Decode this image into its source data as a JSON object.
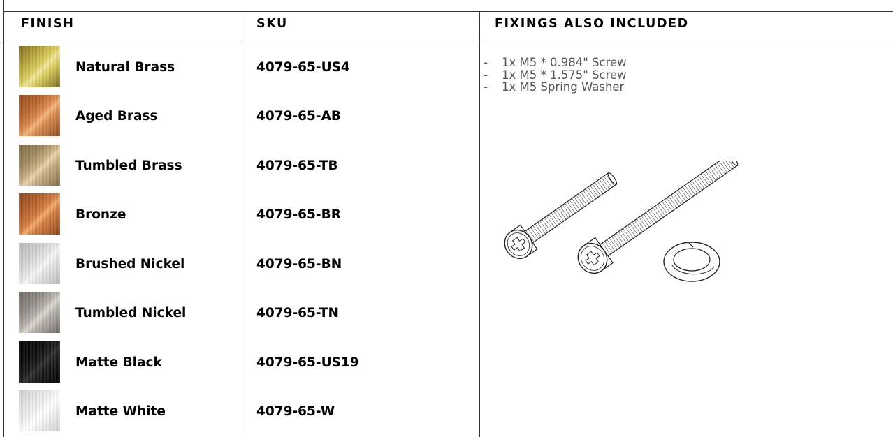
{
  "headers": {
    "finish": "FINISH",
    "sku": "SKU",
    "fixings": "FIXINGS ALSO INCLUDED"
  },
  "finishes": [
    {
      "name": "Natural Brass",
      "sku": "4079-65-US4",
      "swatch": [
        "#7a6a1c",
        "#d9cd5e",
        "#efe49a",
        "#b9a83c"
      ]
    },
    {
      "name": "Aged Brass",
      "sku": "4079-65-AB",
      "swatch": [
        "#8c4a1f",
        "#d98a4e",
        "#f2b47a",
        "#b8652c"
      ]
    },
    {
      "name": "Tumbled Brass",
      "sku": "4079-65-TB",
      "swatch": [
        "#7c6a47",
        "#c9ae82",
        "#e6d3ad",
        "#9c865d"
      ]
    },
    {
      "name": "Bronze",
      "sku": "4079-65-BR",
      "swatch": [
        "#8a461c",
        "#d27c3f",
        "#f0a86a",
        "#b2602a"
      ]
    },
    {
      "name": "Brushed Nickel",
      "sku": "4079-65-BN",
      "swatch": [
        "#b9b9b9",
        "#e6e6e6",
        "#f6f6f6",
        "#cfcfcf"
      ]
    },
    {
      "name": "Tumbled Nickel",
      "sku": "4079-65-TN",
      "swatch": [
        "#6f6a66",
        "#b7b1ab",
        "#dcd6d0",
        "#8e8883"
      ]
    },
    {
      "name": "Matte Black",
      "sku": "4079-65-US19",
      "swatch": [
        "#000000",
        "#1a1a1a",
        "#2c2c2c",
        "#0a0a0a"
      ]
    },
    {
      "name": "Matte White",
      "sku": "4079-65-W",
      "swatch": [
        "#cfcfcf",
        "#f4f4f4",
        "#ffffff",
        "#e6e6e6"
      ]
    }
  ],
  "fixings": [
    "1x M5 * 0.984\" Screw",
    "1x M5 * 1.575\" Screw",
    "1x M5 Spring Washer"
  ],
  "colors": {
    "rule": "#333333",
    "fixing_text": "#555555"
  }
}
